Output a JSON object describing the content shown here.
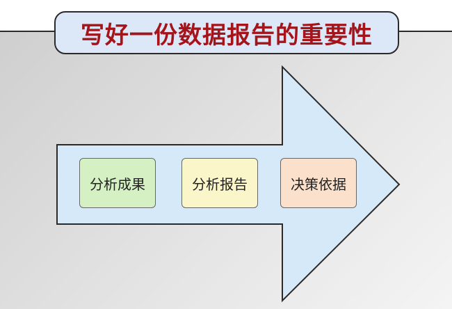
{
  "title": "写好一份数据报告的重要性",
  "steps": [
    {
      "label": "分析成果"
    },
    {
      "label": "分析报告"
    },
    {
      "label": "决策依据"
    }
  ],
  "colors": {
    "title_text": "#a3141b",
    "title_fill": "#dce8f7",
    "arrow_fill": "#d6e9f9",
    "step_1_fill": "#d5f1c4",
    "step_2_fill": "#fbf6c9",
    "step_3_fill": "#fbe1cc"
  }
}
